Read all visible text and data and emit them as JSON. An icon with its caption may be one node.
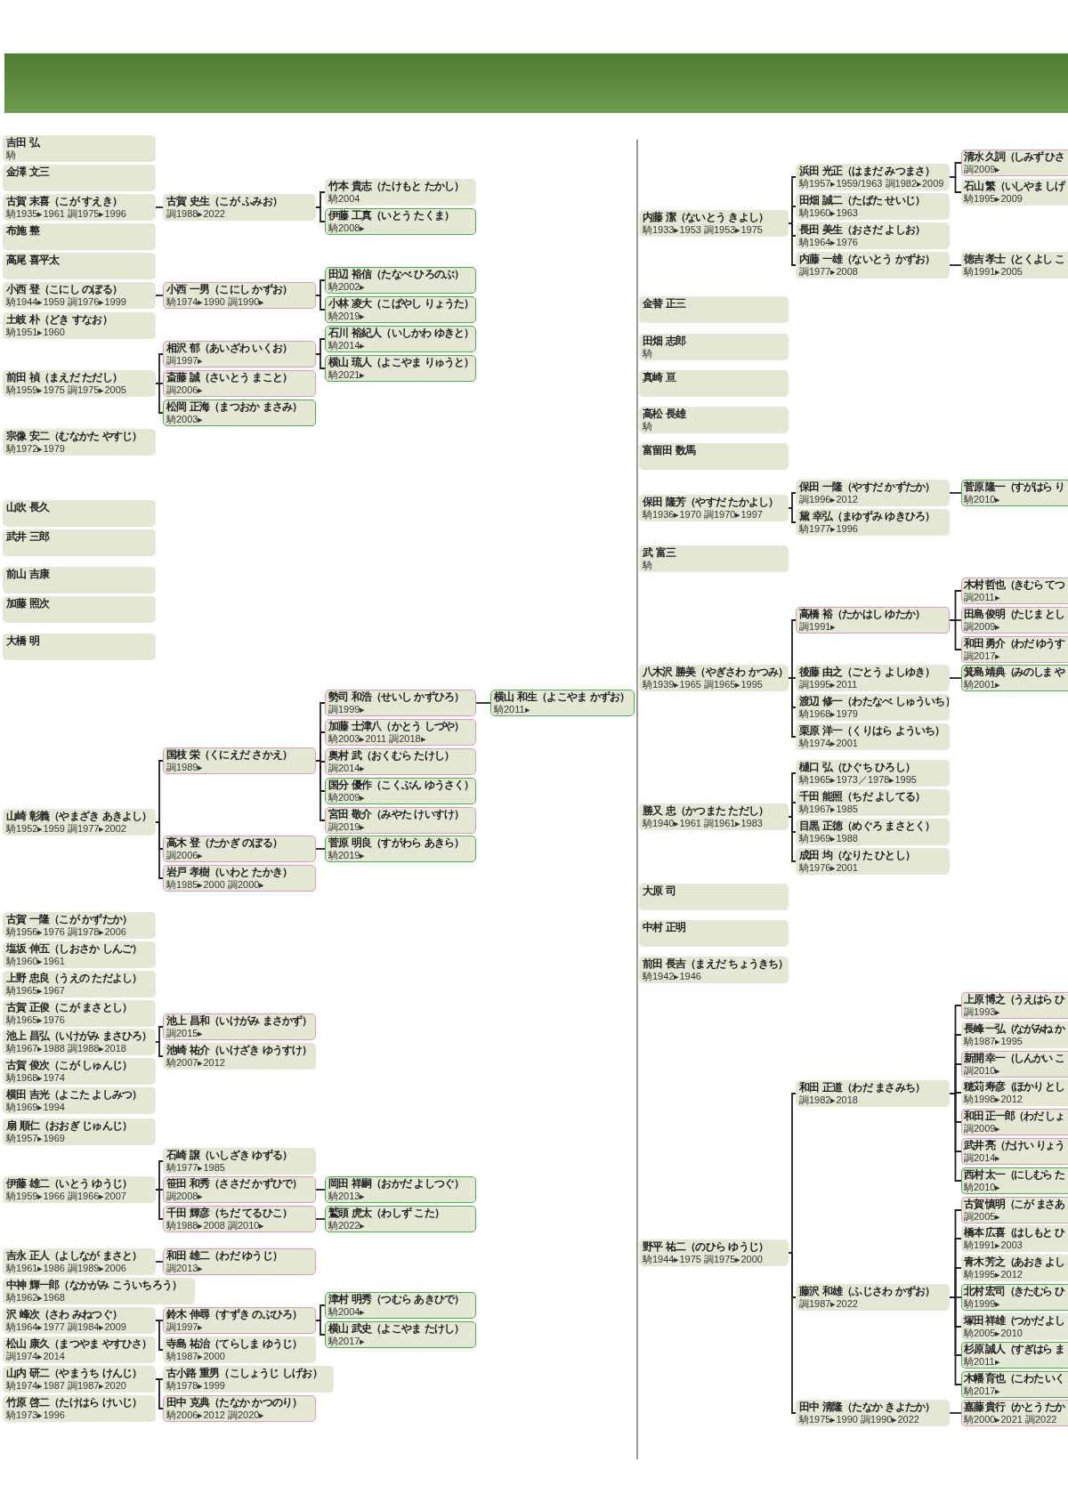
{
  "diagram": {
    "nodes": [
      {
        "text": [
          "吉田 弘",
          "騎"
        ]
      },
      {
        "text": [
          "金澤 文三"
        ]
      },
      {
        "text": [
          "古賀 末喜（こが すえき）",
          "騎1935▸1961 調1975▸1996"
        ]
      },
      {
        "text": [
          "古賀 史生（こが ふみお）",
          "調1988▸2022"
        ]
      },
      {
        "text": [
          "竹本 貴志（たけもと たかし）",
          "騎2004"
        ]
      },
      {
        "text": [
          "伊藤 工真（いとう たくま）",
          "騎2008▸"
        ]
      },
      {
        "text": [
          "布施 整"
        ]
      },
      {
        "text": [
          "高尾 喜平太"
        ]
      },
      {
        "text": [
          "小西 登（こにし のぼる）",
          "騎1944▸1959 調1976▸1999"
        ]
      },
      {
        "text": [
          "小西 一男（こにし かずお）",
          "騎1974▸1990 調1990▸"
        ]
      },
      {
        "text": [
          "田辺 裕信（たなべ ひろのぶ）",
          "騎2002▸"
        ]
      },
      {
        "text": [
          "小林 凌大（こばやし りょうた）",
          "騎2019▸"
        ]
      },
      {
        "text": [
          "土岐 朴（どき すなお）",
          "騎1951▸1960"
        ]
      },
      {
        "text": [
          "前田 禎（まえだ ただし）",
          "騎1959▸1975 調1975▸2005"
        ]
      },
      {
        "text": [
          "相沢 郁（あいざわ いくお）",
          "調1997▸"
        ]
      },
      {
        "text": [
          "石川 裕紀人（いしかわ ゆきと）",
          "騎2014▸"
        ]
      },
      {
        "text": [
          "横山 琉人（よこやま りゅうと）",
          "騎2021▸"
        ]
      },
      {
        "text": [
          "斎藤 誠（さいとう まこと）",
          "調2006▸"
        ]
      },
      {
        "text": [
          "松岡 正海（まつおか まさみ）",
          "騎2003▸"
        ]
      },
      {
        "text": [
          "宗像 安二（むなかた やすじ）",
          "騎1972▸1979"
        ]
      },
      {
        "text": [
          "山吹 長久"
        ]
      },
      {
        "text": [
          "武井 三郎"
        ]
      },
      {
        "text": [
          "前山 吉康"
        ]
      },
      {
        "text": [
          "加藤 照次"
        ]
      },
      {
        "text": [
          "大橋 明"
        ]
      },
      {
        "text": [
          "山崎 彰義（やまざき あきよし）",
          "騎1952▸1959 調1977▸2002"
        ]
      },
      {
        "text": [
          "国枝 栄（くにえだ さかえ）",
          "調1989▸"
        ]
      },
      {
        "text": [
          "勢司 和浩（せいし かずひろ）",
          "調1999▸"
        ]
      },
      {
        "text": [
          "横山 和生（よこやま かずお）",
          "騎2011▸"
        ]
      },
      {
        "text": [
          "加藤 士津八（かとう しづや）",
          "騎2003▸2011 調2018▸"
        ]
      },
      {
        "text": [
          "奥村 武（おくむら たけし）",
          "調2014▸"
        ]
      },
      {
        "text": [
          "国分 優作（こくぶん ゆうさく）",
          "騎2009▸"
        ]
      },
      {
        "text": [
          "宮田 敬介（みやた けいすけ）",
          "調2019▸"
        ]
      },
      {
        "text": [
          "高木 登（たかぎ のぼる）",
          "調2006▸"
        ]
      },
      {
        "text": [
          "菅原 明良（すがわら あきら）",
          "騎2019▸"
        ]
      },
      {
        "text": [
          "岩戸 孝樹（いわと たかき）",
          "騎1985▸2000 調2000▸"
        ]
      },
      {
        "text": [
          "古賀 一隆（こが かずたか）",
          "騎1956▸1976 調1978▸2006"
        ]
      },
      {
        "text": [
          "塩坂 伸五（しおさか しんご）",
          "騎1960▸1961"
        ]
      },
      {
        "text": [
          "上野 忠良（うえの ただよし）",
          "騎1965▸1967"
        ]
      },
      {
        "text": [
          "古賀 正俊（こが まさとし）",
          "騎1965▸1976"
        ]
      },
      {
        "text": [
          "池上 昌弘（いけがみ まさひろ）",
          "騎1967▸1988 調1988▸2018"
        ]
      },
      {
        "text": [
          "池上 昌和（いけがみ まさかず）",
          "調2015▸"
        ]
      },
      {
        "text": [
          "池崎 祐介（いけざき ゆうすけ）",
          "騎2007▸2012"
        ]
      },
      {
        "text": [
          "古賀 俊次（こが しゅんじ）",
          "騎1968▸1974"
        ]
      },
      {
        "text": [
          "横田 吉光（よこた よしみつ）",
          "騎1969▸1994"
        ]
      },
      {
        "text": [
          "扇 順仁（おおぎ じゅんじ）",
          "騎1957▸1969"
        ]
      },
      {
        "text": [
          "伊藤 雄二（いとう ゆうじ）",
          "騎1959▸1966 調1966▸2007"
        ]
      },
      {
        "text": [
          "石崎 譲（いしざき ゆずる）",
          "騎1977▸1985"
        ]
      },
      {
        "text": [
          "笹田 和秀（ささだ かずひで）",
          "調2008▸"
        ]
      },
      {
        "text": [
          "岡田 祥嗣（おかだ よしつぐ）",
          "騎2013▸"
        ]
      },
      {
        "text": [
          "千田 輝彦（ちだ てるひこ）",
          "騎1988▸2008 調2010▸"
        ]
      },
      {
        "text": [
          "鷲頭 虎太（わしず こた）",
          "騎2022▸"
        ]
      },
      {
        "text": [
          "吉永 正人（よしなが まさと）",
          "騎1961▸1986 調1989▸2006"
        ]
      },
      {
        "text": [
          "和田 雄二（わだ ゆうじ）",
          "調2013▸"
        ]
      },
      {
        "text": [
          "中神 輝一郎（なかがみ こういちろう）",
          "騎1962▸1968"
        ]
      },
      {
        "text": [
          "沢 峰次（さわ みねつぐ）",
          "騎1964▸1977 調1984▸2009"
        ]
      },
      {
        "text": [
          "鈴木 伸尋（すずき のぶひろ）",
          "調1997▸"
        ]
      },
      {
        "text": [
          "津村 明秀（つむら あきひで）",
          "騎2004▸"
        ]
      },
      {
        "text": [
          "横山 武史（よこやま たけし）",
          "騎2017▸"
        ]
      },
      {
        "text": [
          "寺島 祐治（てらしま ゆうじ）",
          "騎1987▸2000"
        ]
      },
      {
        "text": [
          "松山 康久（まつやま やすひさ）",
          "調1974▸2014"
        ]
      },
      {
        "text": [
          "山内 研二（やまうち けんじ）",
          "騎1974▸1987 調1987▸2020"
        ]
      },
      {
        "text": [
          "古小路 重男（こしょうじ しげお）",
          "騎1978▸1999"
        ]
      },
      {
        "text": [
          "田中 克典（たなか かつのり）",
          "騎2006▸2012 調2020▸"
        ]
      },
      {
        "text": [
          "竹原 啓二（たけはら けいじ）",
          "騎1973▸1996"
        ]
      },
      {
        "text": [
          "内藤 潔（ないとう きよし）",
          "騎1933▸1953 調1953▸1975"
        ]
      },
      {
        "text": [
          "浜田 光正（はまだ みつまさ）",
          "騎1957▸1959/1963 調1982▸2009"
        ]
      },
      {
        "text": [
          "清水 久詞（しみず ひさ",
          "調2009▸"
        ]
      },
      {
        "text": [
          "石山 繁（いしやま しげ",
          "騎1995▸2009"
        ]
      },
      {
        "text": [
          "田畑 誠二（たばた せいじ）",
          "騎1960▸1963"
        ]
      },
      {
        "text": [
          "長田 美生（おさだ よしお）",
          "騎1964▸1976"
        ]
      },
      {
        "text": [
          "内藤 一雄（ないとう かずお）",
          "調1977▸2008"
        ]
      },
      {
        "text": [
          "徳吉 孝士（とくよし こ",
          "騎1991▸2005"
        ]
      },
      {
        "text": [
          "金替 正三"
        ]
      },
      {
        "text": [
          "田畑 志郎",
          "騎"
        ]
      },
      {
        "text": [
          "真崎 亘"
        ]
      },
      {
        "text": [
          "高松 長雄",
          "騎"
        ]
      },
      {
        "text": [
          "富留田 数馬"
        ]
      },
      {
        "text": [
          "保田 隆芳（やすだ たかよし）",
          "騎1936▸1970 調1970▸1997"
        ]
      },
      {
        "text": [
          "保田 一隆（やすだ かずたか）",
          "調1996▸2012"
        ]
      },
      {
        "text": [
          "菅原 隆一（すがはら り",
          "騎2010▸"
        ]
      },
      {
        "text": [
          "黛 幸弘（まゆずみ ゆきひろ）",
          "騎1977▸1996"
        ]
      },
      {
        "text": [
          "武 富三",
          "騎"
        ]
      },
      {
        "text": [
          "八木沢 勝美（やぎさわ かつみ）",
          "騎1939▸1965 調1965▸1995"
        ]
      },
      {
        "text": [
          "高橋 裕（たかはし ゆたか）",
          "調1991▸"
        ]
      },
      {
        "text": [
          "木村 哲也（きむら てつ",
          "調2011▸"
        ]
      },
      {
        "text": [
          "田島 俊明（たじま とし",
          "調2009▸"
        ]
      },
      {
        "text": [
          "和田 勇介（わだ ゆうす",
          "調2017▸"
        ]
      },
      {
        "text": [
          "後藤 由之（ごとう よしゆき）",
          "調1995▸2011"
        ]
      },
      {
        "text": [
          "箕島 靖典（みのしま や",
          "騎2001▸"
        ]
      },
      {
        "text": [
          "渡辺 修一（わたなべ しゅういち）",
          "騎1968▸1979"
        ]
      },
      {
        "text": [
          "栗原 洋一（くりはら よういち）",
          "騎1974▸2001"
        ]
      },
      {
        "text": [
          "勝又 忠（かつまた ただし）",
          "騎1940▸1961 調1961▸1983"
        ]
      },
      {
        "text": [
          "樋口 弘（ひぐち ひろし）",
          "騎1965▸1973／1978▸1995"
        ]
      },
      {
        "text": [
          "千田 能照（ちだ よしてる）",
          "騎1967▸1985"
        ]
      },
      {
        "text": [
          "目黒 正徳（めぐろ まさとく）",
          "騎1969▸1988"
        ]
      },
      {
        "text": [
          "成田 均（なりた ひとし）",
          "騎1976▸2001"
        ]
      },
      {
        "text": [
          "大原 司"
        ]
      },
      {
        "text": [
          "中村 正明"
        ]
      },
      {
        "text": [
          "前田 長吉（まえだ ちょうきち）",
          "騎1942▸1946"
        ]
      },
      {
        "text": [
          "野平 祐二（のひら ゆうじ）",
          "騎1944▸1975 調1975▸2000"
        ]
      },
      {
        "text": [
          "和田 正道（わだ まさみち）",
          "調1982▸2018"
        ]
      },
      {
        "text": [
          "上原 博之（うえはら ひ",
          "調1993▸"
        ]
      },
      {
        "text": [
          "長峰 一弘（ながみね か",
          "騎1987▸1995"
        ]
      },
      {
        "text": [
          "新開 幸一（しんかい こ",
          "調2010▸"
        ]
      },
      {
        "text": [
          "穂苅 寿彦（ほかり とし",
          "騎1998▸2012"
        ]
      },
      {
        "text": [
          "和田 正一郎（わだ しょ",
          "調2009▸"
        ]
      },
      {
        "text": [
          "武井 亮（たけい りょう",
          "調2014▸"
        ]
      },
      {
        "text": [
          "西村 太一（にしむら た",
          "騎2010▸"
        ]
      },
      {
        "text": [
          "藤沢 和雄（ふじさわ かずお）",
          "調1987▸2022"
        ]
      },
      {
        "text": [
          "古賀 慎明（こが まさあ",
          "調2005▸"
        ]
      },
      {
        "text": [
          "橋本 広喜（はしもと ひ",
          "騎1991▸2003"
        ]
      },
      {
        "text": [
          "青木 芳之（あおき よし",
          "騎1995▸2012"
        ]
      },
      {
        "text": [
          "北村 宏司（きたむら ひ",
          "騎1999▸"
        ]
      },
      {
        "text": [
          "塚田 祥雄（つかだ よし",
          "騎2005▸2010"
        ]
      },
      {
        "text": [
          "杉原 誠人（すぎはら ま",
          "騎2011▸"
        ]
      },
      {
        "text": [
          "木幡 育也（こわた いく",
          "騎2017▸"
        ]
      },
      {
        "text": [
          "田中 清隆（たなか きよたか）",
          "騎1975▸1990 調1990▸2022"
        ]
      },
      {
        "text": [
          "嘉藤 貴行（かとう たか",
          "騎2000▸2021 調2022"
        ]
      }
    ],
    "edges": [
      {
        "from": 2,
        "to": 3,
        "arrow": "none"
      },
      {
        "from": 3,
        "to": 4,
        "arrow": "none"
      },
      {
        "from": 3,
        "to": 5,
        "arrow": "none"
      },
      {
        "from": 8,
        "to": 9,
        "arrow": "none"
      },
      {
        "from": 9,
        "to": 10,
        "arrow": "none"
      },
      {
        "from": 9,
        "to": 11,
        "arrow": "none"
      },
      {
        "from": 13,
        "to": 14,
        "arrow": "none"
      },
      {
        "from": 14,
        "to": 15,
        "arrow": "none"
      },
      {
        "from": 14,
        "to": 16,
        "arrow": "none"
      },
      {
        "from": 13,
        "to": 17,
        "arrow": "none"
      },
      {
        "from": 13,
        "to": 18,
        "arrow": "none"
      },
      {
        "from": 25,
        "to": 26,
        "arrow": "none"
      },
      {
        "from": 26,
        "to": 27,
        "arrow": "none"
      },
      {
        "from": 27,
        "to": 28,
        "arrow": "none"
      },
      {
        "from": 26,
        "to": 29,
        "arrow": "none"
      },
      {
        "from": 26,
        "to": 30,
        "arrow": "none"
      },
      {
        "from": 26,
        "to": 31,
        "arrow": "none"
      },
      {
        "from": 26,
        "to": 32,
        "arrow": "none"
      },
      {
        "from": 25,
        "to": 33,
        "arrow": "none"
      },
      {
        "from": 33,
        "to": 34,
        "arrow": "none"
      },
      {
        "from": 25,
        "to": 35,
        "arrow": "none"
      },
      {
        "from": 40,
        "to": 41,
        "arrow": "none"
      },
      {
        "from": 40,
        "to": 42,
        "arrow": "none"
      },
      {
        "from": 46,
        "to": 47,
        "arrow": "none"
      },
      {
        "from": 46,
        "to": 48,
        "arrow": "none"
      },
      {
        "from": 48,
        "to": 49,
        "arrow": "none"
      },
      {
        "from": 46,
        "to": 50,
        "arrow": "none"
      },
      {
        "from": 50,
        "to": 51,
        "arrow": "none"
      },
      {
        "from": 52,
        "to": 53,
        "arrow": "none"
      },
      {
        "from": 55,
        "to": 56,
        "arrow": "none"
      },
      {
        "from": 56,
        "to": 57,
        "arrow": "none"
      },
      {
        "from": 56,
        "to": 58,
        "arrow": "none"
      },
      {
        "from": 55,
        "to": 59,
        "arrow": "none"
      },
      {
        "from": 61,
        "to": 62,
        "arrow": "none"
      },
      {
        "from": 61,
        "to": 63,
        "arrow": "none"
      },
      {
        "from": 65,
        "to": 66,
        "arrow": "none"
      },
      {
        "from": 66,
        "to": 67,
        "arrow": "none"
      },
      {
        "from": 66,
        "to": 68,
        "arrow": "none"
      },
      {
        "from": 65,
        "to": 69,
        "arrow": "none"
      },
      {
        "from": 65,
        "to": 70,
        "arrow": "none"
      },
      {
        "from": 65,
        "to": 71,
        "arrow": "none"
      },
      {
        "from": 71,
        "to": 72,
        "arrow": "none"
      },
      {
        "from": 78,
        "to": 79,
        "arrow": "none"
      },
      {
        "from": 79,
        "to": 80,
        "arrow": "none"
      },
      {
        "from": 78,
        "to": 81,
        "arrow": "none"
      },
      {
        "from": 83,
        "to": 84,
        "arrow": "none"
      },
      {
        "from": 84,
        "to": 85,
        "arrow": "none"
      },
      {
        "from": 84,
        "to": 86,
        "arrow": "none"
      },
      {
        "from": 84,
        "to": 87,
        "arrow": "none"
      },
      {
        "from": 83,
        "to": 88,
        "arrow": "none"
      },
      {
        "from": 88,
        "to": 89,
        "arrow": "none"
      },
      {
        "from": 83,
        "to": 90,
        "arrow": "none"
      },
      {
        "from": 83,
        "to": 91,
        "arrow": "none"
      },
      {
        "from": 92,
        "to": 93,
        "arrow": "none"
      },
      {
        "from": 92,
        "to": 94,
        "arrow": "none"
      },
      {
        "from": 92,
        "to": 95,
        "arrow": "none"
      },
      {
        "from": 92,
        "to": 96,
        "arrow": "none"
      },
      {
        "from": 100,
        "to": 101,
        "arrow": "none"
      },
      {
        "from": 101,
        "to": 102,
        "arrow": "none"
      },
      {
        "from": 101,
        "to": 103,
        "arrow": "none"
      },
      {
        "from": 101,
        "to": 104,
        "arrow": "none"
      },
      {
        "from": 101,
        "to": 105,
        "arrow": "none"
      },
      {
        "from": 101,
        "to": 106,
        "arrow": "none"
      },
      {
        "from": 101,
        "to": 107,
        "arrow": "none"
      },
      {
        "from": 101,
        "to": 108,
        "arrow": "none"
      },
      {
        "from": 100,
        "to": 109,
        "arrow": "none"
      },
      {
        "from": 109,
        "to": 110,
        "arrow": "none"
      },
      {
        "from": 109,
        "to": 111,
        "arrow": "none"
      },
      {
        "from": 109,
        "to": 112,
        "arrow": "none"
      },
      {
        "from": 109,
        "to": 113,
        "arrow": "none"
      },
      {
        "from": 109,
        "to": 114,
        "arrow": "none"
      },
      {
        "from": 109,
        "to": 115,
        "arrow": "none"
      },
      {
        "from": 109,
        "to": 116,
        "arrow": "none"
      },
      {
        "from": 100,
        "to": 117,
        "arrow": "none"
      },
      {
        "from": 117,
        "to": 118,
        "arrow": "none"
      }
    ]
  }
}
